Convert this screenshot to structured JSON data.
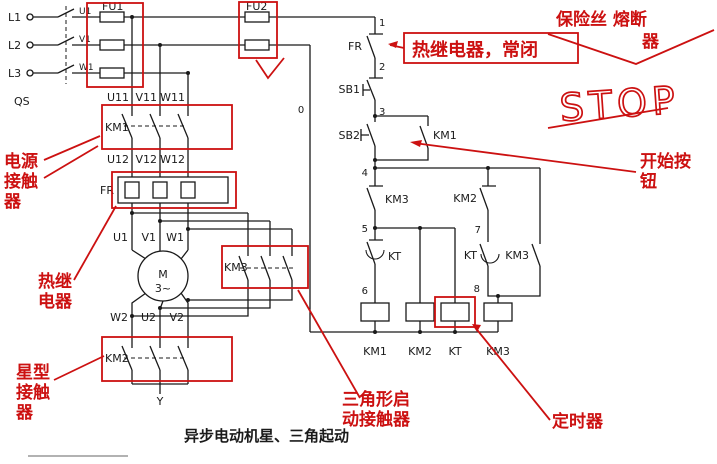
{
  "colors": {
    "ink": "#1a1a1a",
    "annotation_red": "#cc1111",
    "background": "#ffffff"
  },
  "title": "异步电动机星、三角起动",
  "power": {
    "l1": "L1",
    "l2": "L2",
    "l3": "L3",
    "qs": "QS",
    "fu1": "FU1",
    "fu2": "FU2",
    "wire_u1": "U1",
    "wire_v1": "V1",
    "wire_w1": "W1",
    "u11": "U11",
    "v11": "V11",
    "w11": "W11",
    "km1": "KM1",
    "u12": "U12",
    "v12": "V12",
    "w12": "W12",
    "fr": "FR",
    "u1": "U1",
    "v1": "V1",
    "w1": "W1",
    "motor_letter": "M",
    "motor_phase": "3~",
    "w2": "W2",
    "u2": "U2",
    "v2": "V2",
    "km3": "KM3",
    "km2": "KM2",
    "y": "Y"
  },
  "control": {
    "n0": "0",
    "n1": "1",
    "n2": "2",
    "n3": "3",
    "n4": "4",
    "n5": "5",
    "n6": "6",
    "n7": "7",
    "n8": "8",
    "fr": "FR",
    "sb1": "SB1",
    "sb2": "SB2",
    "km1_seal": "KM1",
    "km3_interlock": "KM3",
    "km2_interlock": "KM2",
    "kt_nc": "KT",
    "kt_no": "KT",
    "km3_seal": "KM3",
    "coil_km1": "KM1",
    "coil_km2": "KM2",
    "coil_kt": "KT",
    "coil_km3": "KM3"
  },
  "annotations": {
    "fuse_l1": "保险丝 熔断",
    "fuse_l2": "器",
    "thermal_nc": "热继电器，常闭",
    "stop": "STOP",
    "start_l1": "开始按",
    "start_l2": "钮",
    "power_contactor_l1": "电源",
    "power_contactor_l2": "接触",
    "power_contactor_l3": "器",
    "thermal_l1": "热继",
    "thermal_l2": "电器",
    "star_l1": "星型",
    "star_l2": "接触",
    "star_l3": "器",
    "delta_l1": "三角形启",
    "delta_l2": "动接触器",
    "timer": "定时器"
  }
}
